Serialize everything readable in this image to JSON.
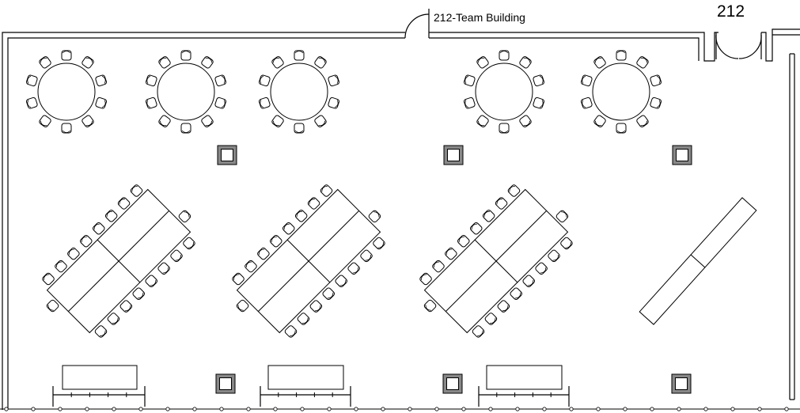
{
  "room": {
    "title": "212-Team Building",
    "number": "212"
  },
  "icons": {
    "round_table": "round-table-10-chairs",
    "banquet_table": "banquet-table-group",
    "column": "structural-column",
    "buffet_table": "buffet-table",
    "stage": "stage-riser",
    "door": "door-swing"
  },
  "colors": {
    "line": "#000000",
    "column_fill": "#888888",
    "background": "#ffffff"
  }
}
